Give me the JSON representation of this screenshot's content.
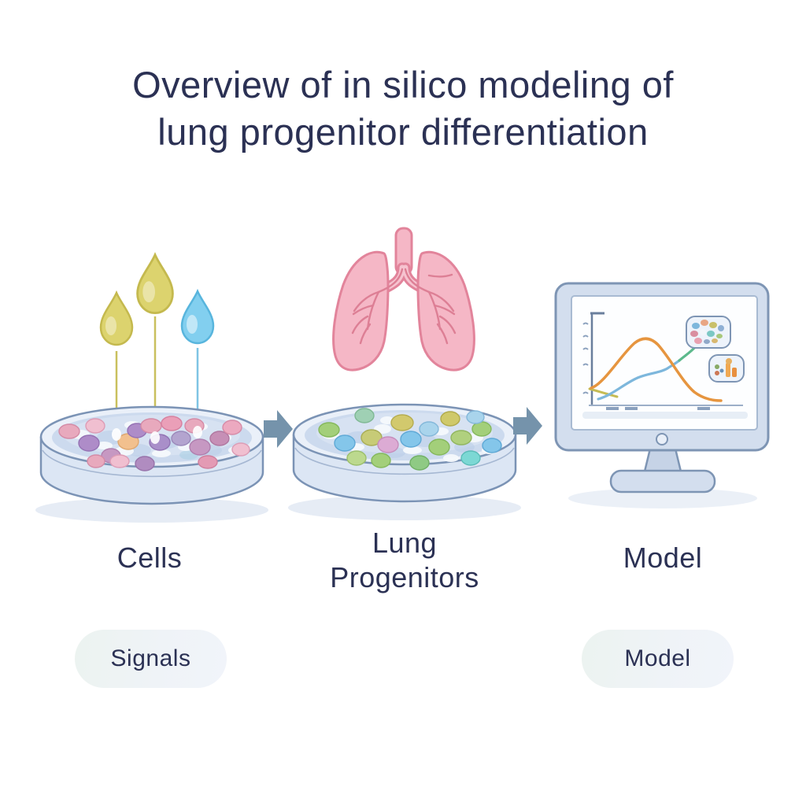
{
  "title": {
    "line1": "Overview of in silico modeling of",
    "line2": "lung progenitor differentiation"
  },
  "labels": {
    "cells": "Cells",
    "lung_line1": "Lung",
    "lung_line2": "Progenitors",
    "model": "Model"
  },
  "badges": {
    "signals": "Signals",
    "model": "Model"
  },
  "illustrations": {
    "droplets": [
      "yellow-signal-droplet",
      "yellow-signal-droplet",
      "blue-signal-droplet"
    ],
    "dish_cells": "petri-dish-with-pink-purple-cells",
    "dish_progenitors": "petri-dish-with-green-blue-cells",
    "lungs": "pink-lungs",
    "monitor": "computer-monitor-with-differentiation-curves",
    "monitor_insets": [
      "cell-cluster-thumbnail",
      "mini-bar-chart-thumbnail"
    ],
    "arrows": [
      "right-block-arrow",
      "right-block-arrow"
    ]
  },
  "colors": {
    "text_navy": "#2b3154",
    "arrow_blue": "#7593ab",
    "droplet_yellow": "#dcd36e",
    "droplet_yellow_stroke": "#c4b94e",
    "droplet_blue": "#82cfef",
    "droplet_blue_stroke": "#58b5dd",
    "lung_pink": "#f5b7c6",
    "lung_outline": "#e2849b",
    "dish_fill": "#dfe8f5",
    "dish_stroke": "#7b93b5",
    "media_fill": "#ccdaee",
    "curve_orange": "#e6953f",
    "curve_blue": "#7db7dc",
    "curve_green": "#5cb98c",
    "curve_olive": "#c5bc55",
    "cell_pink": "#e8a9bd",
    "cell_purple": "#ae8cc8",
    "cell_green": "#a3cf7a",
    "cell_blue": "#84c6ea",
    "cell_yellow": "#d2c96d",
    "pill_bg": "#eef3f4"
  }
}
